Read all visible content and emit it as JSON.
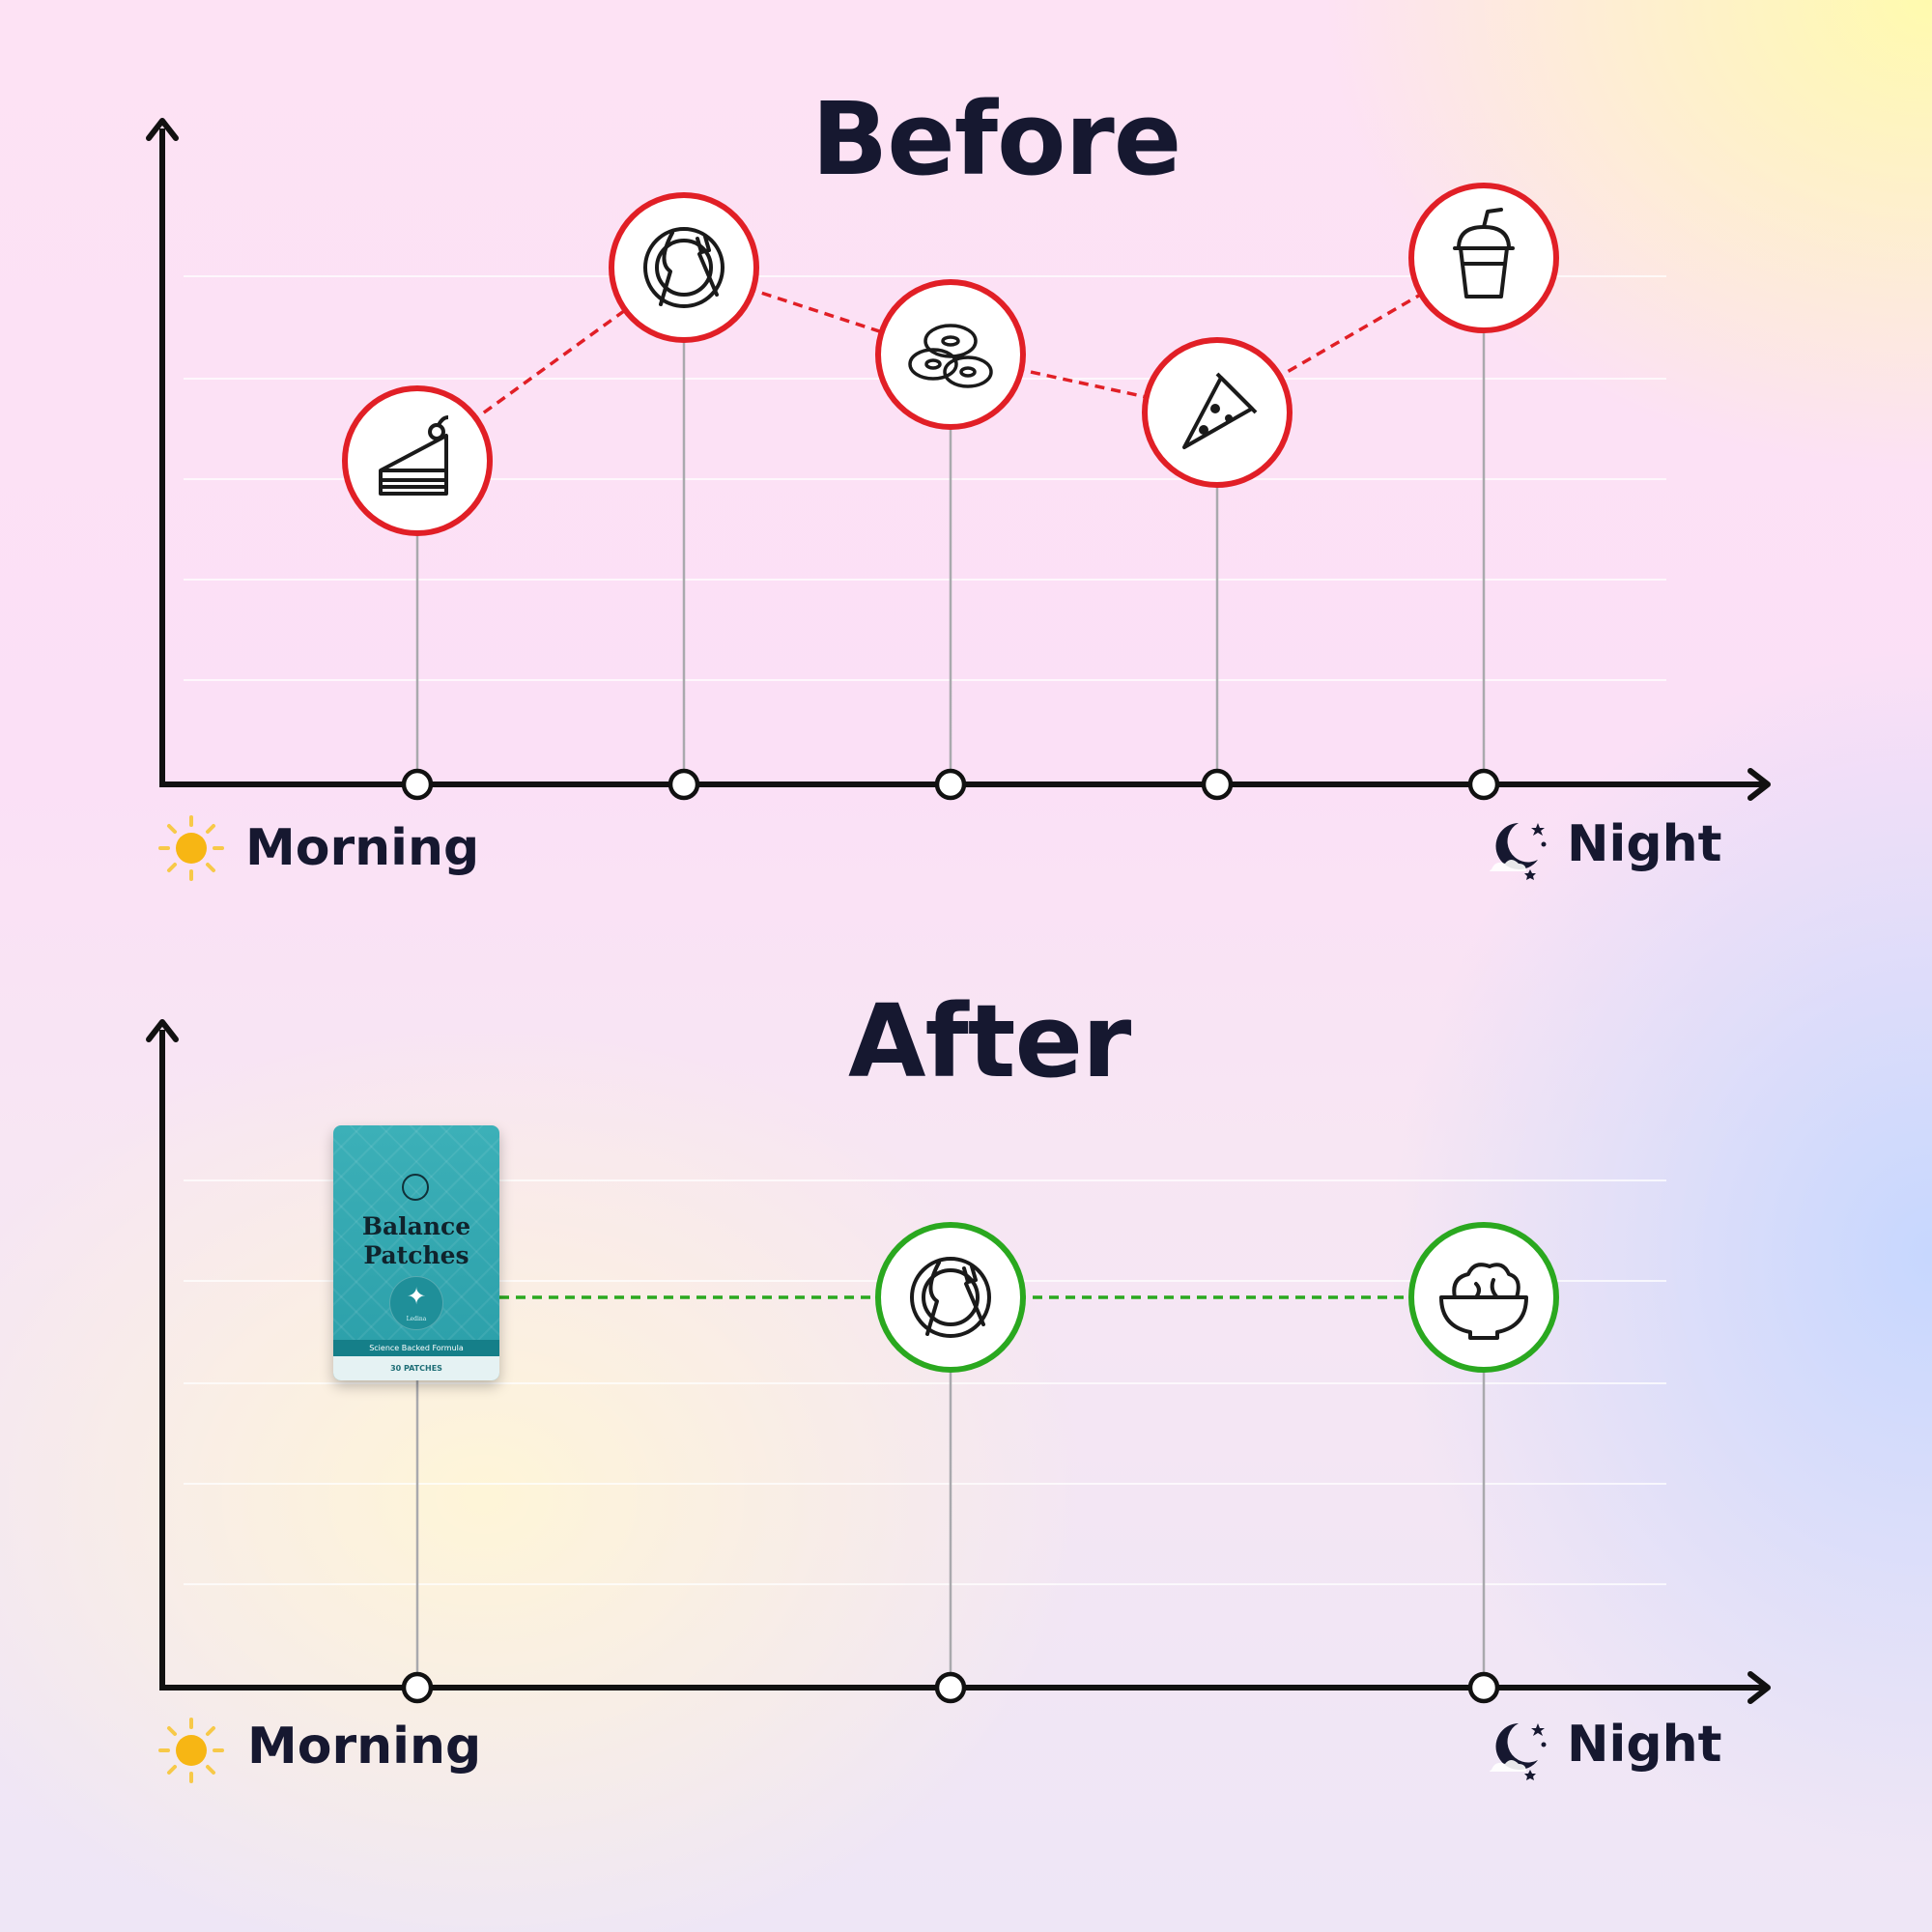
{
  "chart_data": [
    {
      "type": "line",
      "title": "Before",
      "x_start_label": "Morning",
      "x_end_label": "Night",
      "line_color": "#e11f26",
      "grid": true,
      "points": [
        {
          "x": 1,
          "y": 3.0,
          "icon": "cake-slice-icon"
        },
        {
          "x": 2,
          "y": 5.0,
          "icon": "plate-fork-knife-icon"
        },
        {
          "x": 3,
          "y": 4.1,
          "icon": "donuts-icon"
        },
        {
          "x": 4,
          "y": 3.5,
          "icon": "pizza-slice-icon"
        },
        {
          "x": 5,
          "y": 5.1,
          "icon": "drink-cup-icon"
        }
      ]
    },
    {
      "type": "line",
      "title": "After",
      "x_start_label": "Morning",
      "x_end_label": "Night",
      "line_color": "#2aa81f",
      "grid": true,
      "points": [
        {
          "x": 1,
          "y": 4,
          "icon": "balance-patch-pack"
        },
        {
          "x": 3,
          "y": 4,
          "icon": "plate-fork-knife-icon"
        },
        {
          "x": 5,
          "y": 4,
          "icon": "salad-bowl-icon"
        }
      ]
    }
  ],
  "product": {
    "brand": "Ledina",
    "name_line1": "Balance",
    "name_line2": "Patches",
    "tagline": "Science Backed Formula",
    "count": "30 PATCHES"
  }
}
